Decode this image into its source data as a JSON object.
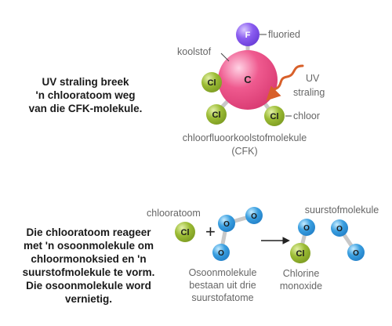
{
  "steps": [
    {
      "caption": [
        "UV straling breek",
        "'n chlooratoom weg",
        "van die CFK-molekule."
      ],
      "atoms": {
        "carbon": "C",
        "fluorine": "F",
        "chlorine": "Cl"
      },
      "labels": {
        "fluorine": "fluoried",
        "carbon": "koolstof",
        "uv": [
          "UV",
          "straling"
        ],
        "chlorine": "chloor",
        "molecule": [
          "chloorfluoorkoolstofmolekule",
          "(CFK)"
        ]
      }
    },
    {
      "caption": [
        "Die chlooratoom reageer",
        "met 'n osoonmolekule om",
        "chloormonoksied en 'n",
        "suurstofmolekule te vorm.",
        "Die osoonmolekule word",
        "vernietig."
      ],
      "atoms": {
        "chlorine": "Cl",
        "oxygen": "O"
      },
      "operator": "+",
      "labels": {
        "chlorine_atom": "chlooratoom",
        "ozone": [
          "Osoonmolekule",
          "bestaan uit drie",
          "suurstofatome"
        ],
        "chlorine_monoxide": [
          "Chlorine",
          "monoxide"
        ],
        "oxygen_molecule": "suurstofmolekule"
      }
    }
  ],
  "colors": {
    "carbon": "#ef5a8f",
    "fluorine": "#8a5cf0",
    "chlorine": "#9cbc35",
    "oxygen": "#3a9fe0",
    "uv_arrow": "#d8602a",
    "text_label": "#666666",
    "caption": "#1a1a1a"
  }
}
